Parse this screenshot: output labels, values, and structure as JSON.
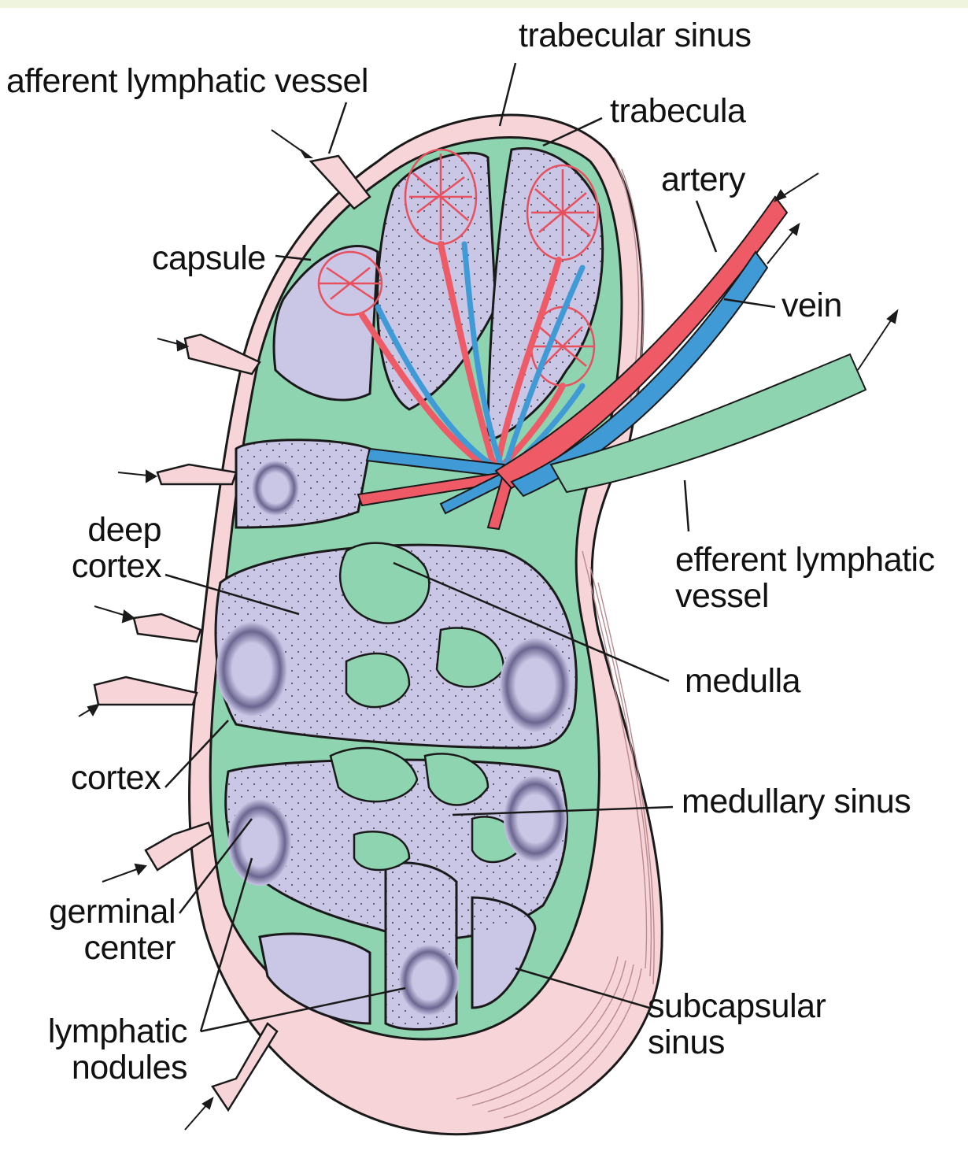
{
  "diagram": {
    "labels": {
      "trabecular_sinus": "trabecular sinus",
      "afferent_lymphatic_vessel": "afferent lymphatic vessel",
      "trabecula": "trabecula",
      "artery": "artery",
      "capsule": "capsule",
      "vein": "vein",
      "efferent_lymphatic_vessel": "efferent lymphatic\nvessel",
      "deep_cortex": "deep\ncortex",
      "medulla": "medulla",
      "cortex": "cortex",
      "medullary_sinus": "medullary sinus",
      "germinal_center": "germinal\ncenter",
      "lymphatic_nodules": "lymphatic\nnodules",
      "subcapsular_sinus": "subcapsular\nsinus"
    },
    "colors": {
      "capsule": "#f7d4d8",
      "sinus": "#8fd4b0",
      "parenchyma": "#c9c6e6",
      "artery": "#ee5a66",
      "vein": "#3f9ad6",
      "outline": "#1a1a1a"
    }
  }
}
